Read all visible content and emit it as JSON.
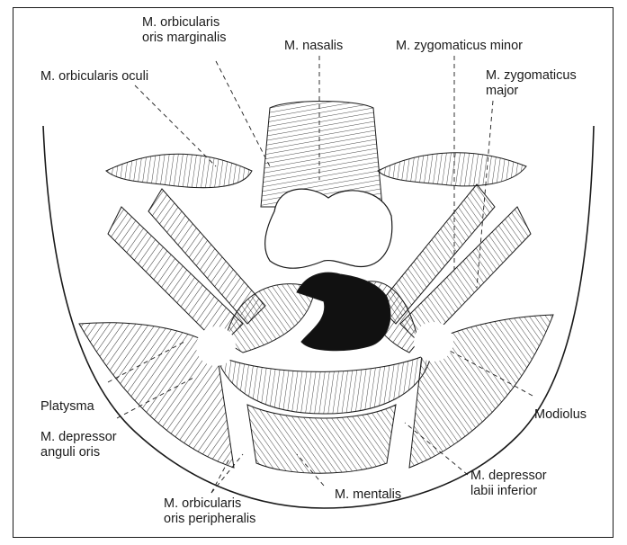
{
  "labels": {
    "orbicularis_marginalis_l1": "M. orbicularis",
    "orbicularis_marginalis_l2": "oris marginalis",
    "nasalis": "M. nasalis",
    "zygomaticus_minor": "M. zygomaticus minor",
    "orbicularis_oculi": "M. orbicularis oculi",
    "zygomaticus_major_l1": "M. zygomaticus",
    "zygomaticus_major_l2": "major",
    "platysma": "Platysma",
    "modiolus": "Modiolus",
    "depressor_anguli_l1": "M. depressor",
    "depressor_anguli_l2": "anguli oris",
    "depressor_labii_l1": "M. depressor",
    "depressor_labii_l2": "labii inferior",
    "orbicularis_peripheralis_l1": "M. orbicularis",
    "orbicularis_peripheralis_l2": "oris peripheralis",
    "mentalis": "M. mentalis"
  },
  "colors": {
    "ink": "#1a1a1a",
    "paper": "#ffffff"
  }
}
